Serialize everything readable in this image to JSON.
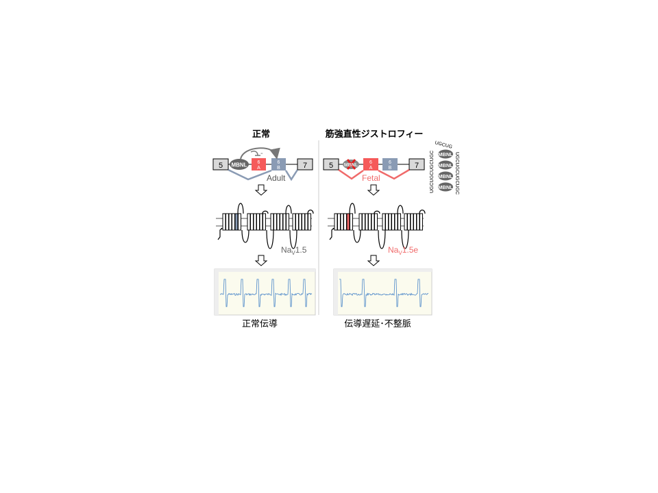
{
  "colors": {
    "adult": "#8a9bb4",
    "fetal": "#f06a6a",
    "exon6a": "#f55a5a",
    "exon6b": "#8a9bb4",
    "mbnl": "#666666",
    "ecg_line": "#4a86c8",
    "ecg_bg": "#fbfbee"
  },
  "normal": {
    "title": "正常",
    "exon5": "5",
    "exon7": "7",
    "mbnl": "MBNL",
    "exon6a": [
      "6",
      "A"
    ],
    "exon6b": [
      "6",
      "B"
    ],
    "minus": "-",
    "plus": "+",
    "isoform": "Adult",
    "channel": "Na",
    "channel_sub": "V",
    "channel_suffix": "1.5",
    "caption": "正常伝導"
  },
  "dm": {
    "title": "筋強直性ジストロフィー",
    "exon5": "5",
    "exon7": "7",
    "mbnl": "MBNL",
    "exon6a": [
      "6",
      "A"
    ],
    "exon6b": [
      "6",
      "B"
    ],
    "isoform": "Fetal",
    "channel": "Na",
    "channel_sub": "V",
    "channel_suffix": "1.5e",
    "caption": "伝導遅延･不整脈",
    "repeat_left": "UGCUGCUGCUGC",
    "repeat_top": "UGCUG",
    "repeat_right": "UGCUGCUGCUGC",
    "sequestered": [
      "MBNL",
      "MBNL",
      "MBNL",
      "MBNL"
    ]
  }
}
